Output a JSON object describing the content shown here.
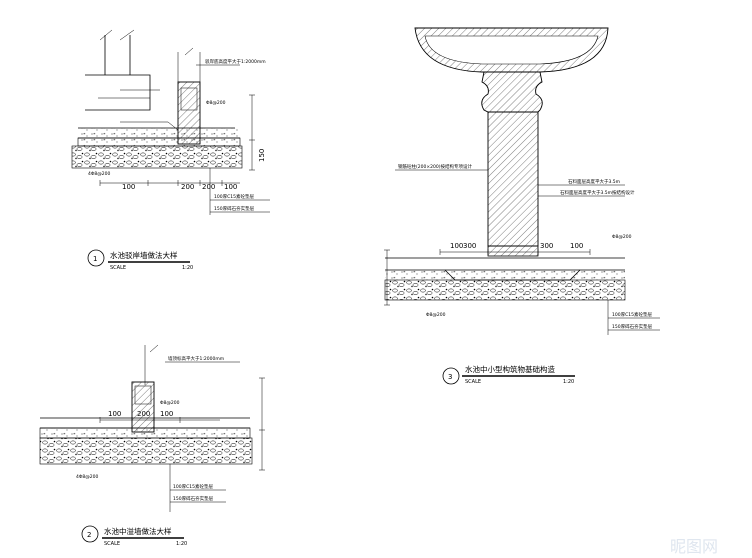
{
  "details": [
    {
      "id": "detail-1",
      "number": "1",
      "title": "水池驳岸墙做法大样",
      "scale_label": "SCALE",
      "scale_value": "1:20",
      "top_note": "驳岸底高度平大于1:2000mm",
      "dims": [
        "100",
        "200",
        "200",
        "100"
      ],
      "rebar": [
        "Φ8@200",
        "4Φ8@200"
      ],
      "layers": [
        "100厚C15素砼垫层",
        "150厚碎石夯实垫层"
      ]
    },
    {
      "id": "detail-2",
      "number": "2",
      "title": "水池中溢墙做法大样",
      "scale_label": "SCALE",
      "scale_value": "1:20",
      "top_note": "墙顶标高平大于1:2000mm",
      "dims": [
        "100",
        "200",
        "100"
      ],
      "rebar": [
        "Φ8@200",
        "4Φ8@200"
      ],
      "layers": [
        "100厚C15素砼垫层",
        "150厚碎石夯实垫层"
      ]
    },
    {
      "id": "detail-3",
      "number": "3",
      "title": "水池中小型构筑物基础构造",
      "scale_label": "SCALE",
      "scale_value": "1:20",
      "dims": [
        "100",
        "300",
        "300",
        "100"
      ],
      "notes": [
        "钢筋砼柱(200×200)按结构专项设计",
        "石料面层高度平大于3.5m",
        "石料面层高度平大于3.5m按结构设计"
      ],
      "rebar": [
        "Φ8@200",
        "Φ8@200"
      ],
      "layers": [
        "100厚C15素砼垫层",
        "150厚碎石夯实垫层"
      ]
    }
  ],
  "watermark": "昵图网"
}
